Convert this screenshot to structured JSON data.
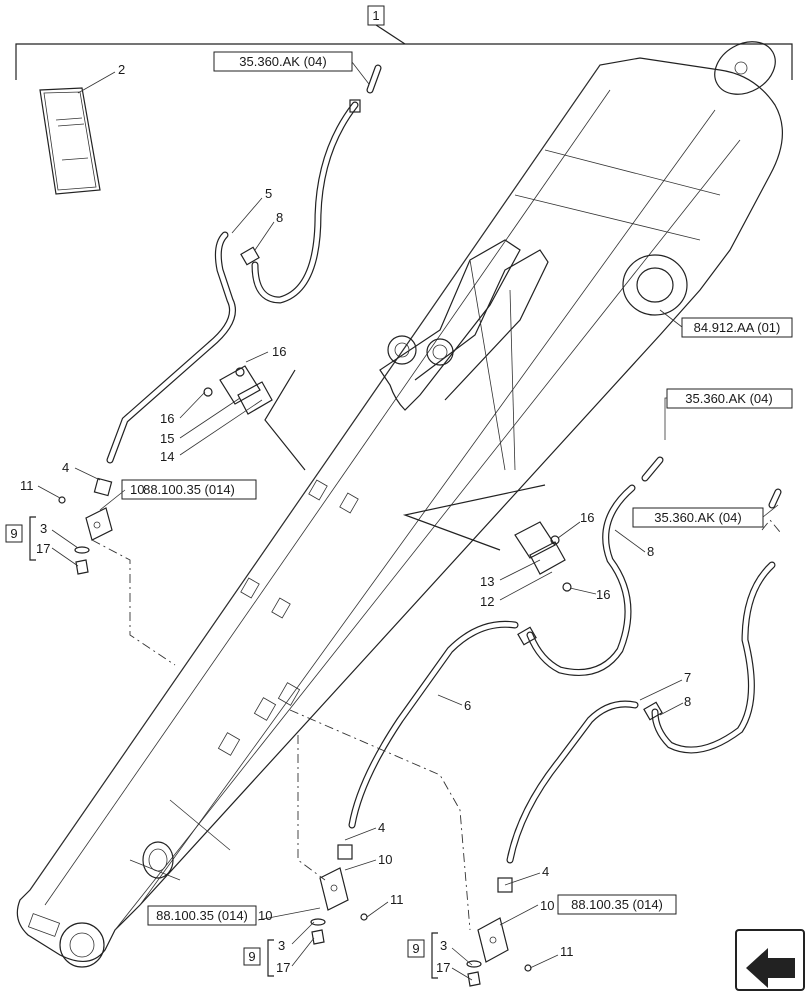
{
  "diagram": {
    "assembly_number": "1",
    "references": {
      "top_left_line": "35.360.AK (04)",
      "right_upper_line": "35.360.AK (04)",
      "right_mid_line": "35.360.AK (04)",
      "boom_pin": "84.912.AA (01)",
      "block_upper": "88.100.35 (014)",
      "block_lower_mid": "88.100.35 (014)",
      "block_lower_right": "88.100.35 (014)"
    },
    "kit_labels": {
      "upper": "9",
      "lower_mid": "9",
      "lower_right": "9"
    },
    "callouts": {
      "manual": "2",
      "tube_upper": "5",
      "elbow_upper": "8",
      "clamp_bolt_a": "16",
      "clamp_bolt_b": "16",
      "clamp_half_a": "15",
      "clamp_half_b": "14",
      "fitting_upper": "4",
      "block_upper": "10",
      "screw_upper": "11",
      "washer_upper": "3",
      "plug_upper": "17",
      "clamp_bolt_c": "16",
      "clamp_bolt_d": "16",
      "clamp_half_c": "13",
      "clamp_half_d": "12",
      "hose_right_upper": "8",
      "tube_mid": "6",
      "tube_right": "7",
      "elbow_right": "8",
      "fitting_mid": "4",
      "block_mid": "10",
      "block_mid_b": "10",
      "screw_mid": "11",
      "washer_mid": "3",
      "plug_mid": "17",
      "fitting_right": "4",
      "block_right": "10",
      "washer_right": "3",
      "plug_right": "17",
      "screw_right": "11"
    },
    "icons": {
      "manual": "manual-book-icon",
      "navigation": "arrow-left-icon"
    }
  }
}
